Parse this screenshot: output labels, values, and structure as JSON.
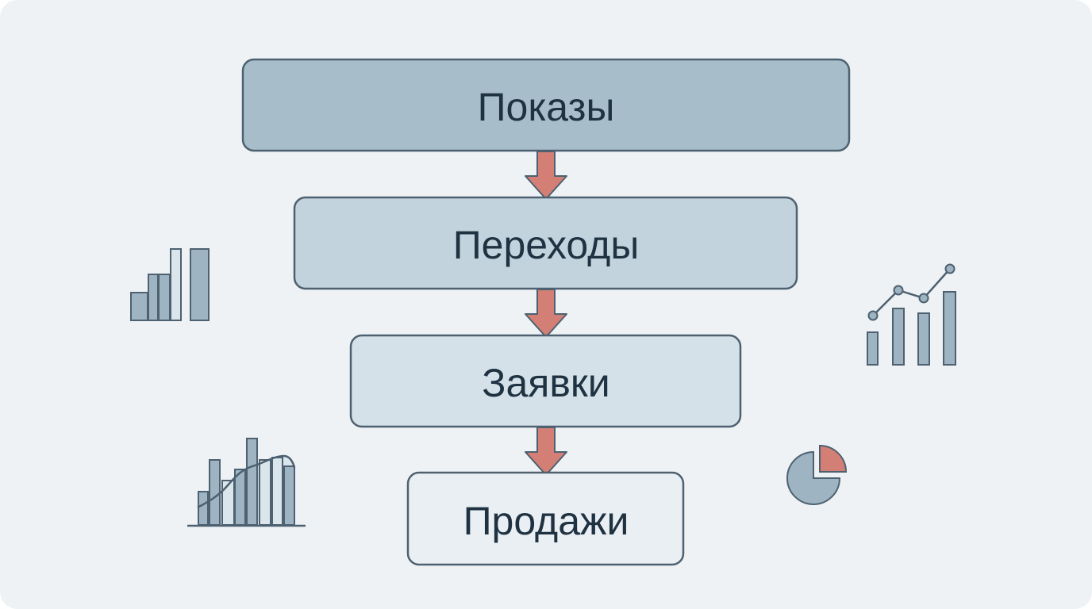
{
  "funnel": {
    "stages": [
      {
        "label": "Показы",
        "fill": "#a7bdc9"
      },
      {
        "label": "Переходы",
        "fill": "#c3d3dd"
      },
      {
        "label": "Заявки",
        "fill": "#d5e1e8"
      },
      {
        "label": "Продажи",
        "fill": "#eaeff3"
      }
    ]
  },
  "colors": {
    "background": "#eef2f5",
    "box_stroke": "#4d6170",
    "text": "#1f3242",
    "arrow_fill": "#d47f76",
    "arrow_stroke": "#4d6170",
    "icon_fill": "#9fb4c2",
    "icon_light": "#dbe5ec",
    "icon_stroke": "#4d6170",
    "accent": "#d47f76"
  },
  "decorations": [
    {
      "icon": "bar-chart-icon"
    },
    {
      "icon": "bar-line-chart-icon"
    },
    {
      "icon": "bar-area-chart-icon"
    },
    {
      "icon": "pie-chart-icon"
    }
  ]
}
